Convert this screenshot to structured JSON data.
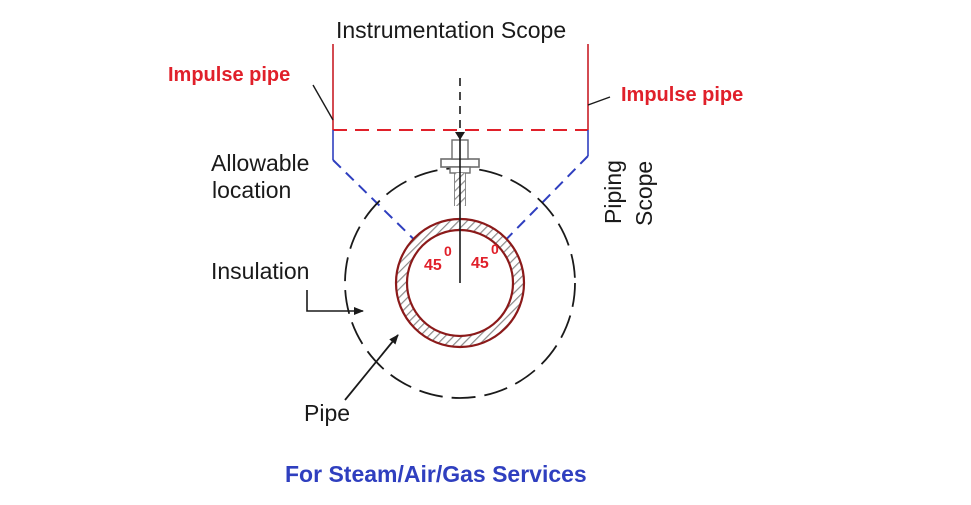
{
  "diagram": {
    "labels": {
      "instrumentation_scope": "Instrumentation Scope",
      "impulse_pipe_left": "Impulse pipe",
      "impulse_pipe_right": "Impulse pipe",
      "allowable_location_line1": "Allowable",
      "allowable_location_line2": "location",
      "piping_scope_line1": "Piping",
      "piping_scope_line2": "Scope",
      "insulation": "Insulation",
      "pipe": "Pipe",
      "angle_left": "45",
      "angle_left_sup": "0",
      "angle_right": "45",
      "angle_right_sup": "0",
      "footer": "For Steam/Air/Gas Services"
    },
    "colors": {
      "label_black": "#1a1a1a",
      "impulse_red": "#e0202a",
      "scope_blue": "#2f3fbf",
      "pipe_maroon": "#8b1a1a",
      "hatch_gray": "#8a8a8a",
      "background": "#ffffff"
    }
  }
}
